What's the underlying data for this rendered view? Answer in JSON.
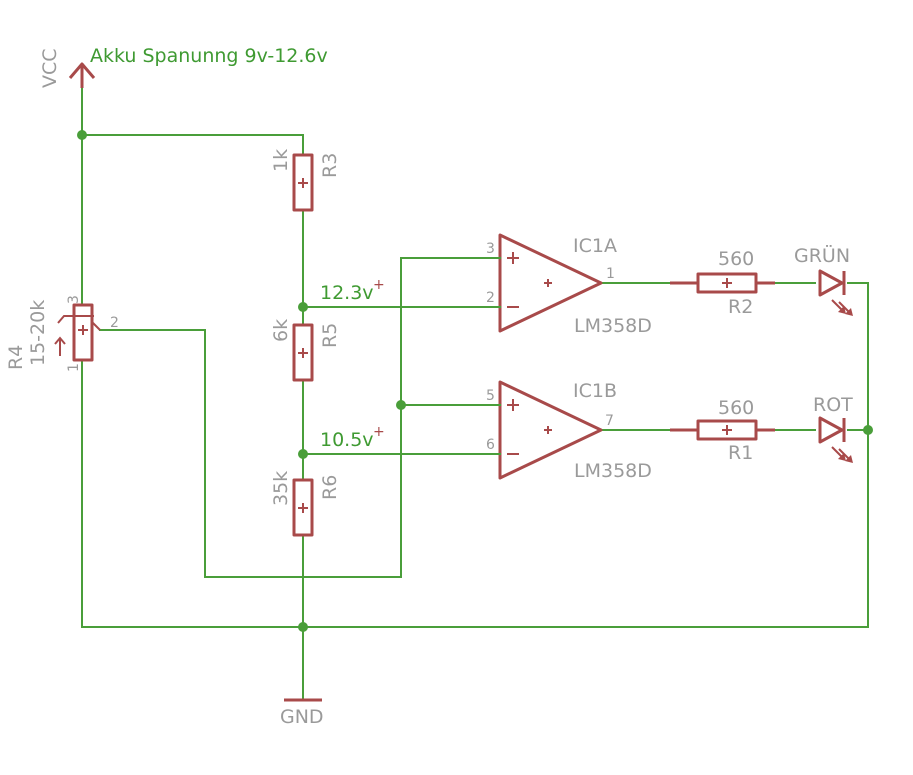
{
  "supply": {
    "net_label": "VCC",
    "note": "Akku Spanunng 9v-12.6v",
    "ground_label": "GND"
  },
  "resistors": {
    "r3": {
      "name": "R3",
      "value": "1k"
    },
    "r5": {
      "name": "R5",
      "value": "6k"
    },
    "r6": {
      "name": "R6",
      "value": "35k"
    },
    "r2": {
      "name": "R2",
      "value": "560"
    },
    "r1": {
      "name": "R1",
      "value": "560"
    }
  },
  "potentiometer": {
    "name": "R4",
    "value": "15-20k",
    "pin1": "1",
    "pin2": "2",
    "pin3": "3"
  },
  "opamps": {
    "a": {
      "name": "IC1A",
      "part": "LM358D",
      "pin_plus": "3",
      "pin_minus": "2",
      "pin_out": "1"
    },
    "b": {
      "name": "IC1B",
      "part": "LM358D",
      "pin_plus": "5",
      "pin_minus": "6",
      "pin_out": "7"
    }
  },
  "leds": {
    "green": {
      "name": "GRÜN"
    },
    "red": {
      "name": "ROT"
    }
  },
  "node_voltages": {
    "upper": "12.3v",
    "lower": "10.5v"
  },
  "colors": {
    "wire": "#4a9e3a",
    "component": "#a84a4a",
    "label": "#9a9a9a",
    "annotation": "#3f9a32",
    "background": "#ffffff"
  }
}
